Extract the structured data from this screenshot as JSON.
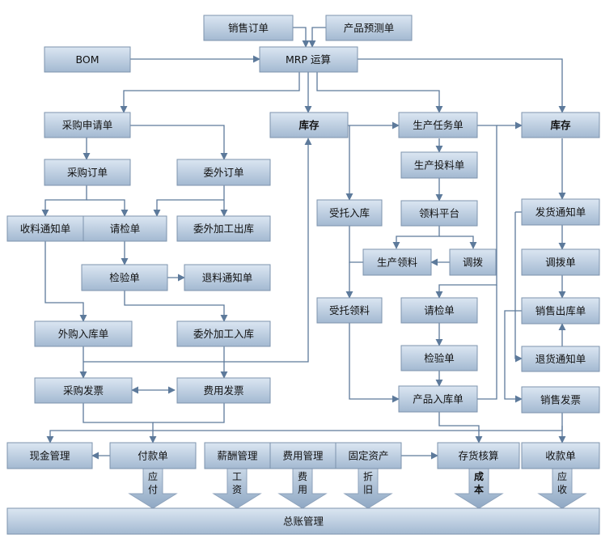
{
  "nodes": {
    "sales_order": "销售订单",
    "forecast": "产品预测单",
    "bom": "BOM",
    "mrp": "MRP 运算",
    "purchase_request": "采购申请单",
    "stock_mid": "库存",
    "production_task": "生产任务单",
    "stock_right": "库存",
    "purchase_order": "采购订单",
    "outsource_order": "委外订单",
    "production_feed": "生产投料单",
    "receipt_notice": "收料通知单",
    "inspect_request": "请检单",
    "outsource_out": "委外加工出库",
    "consign_in": "受托入库",
    "pick_platform": "领料平台",
    "ship_notice": "发货通知单",
    "inspection": "检验单",
    "return_notice": "退料通知单",
    "production_pick": "生产领料",
    "transfer_mid": "调拨",
    "transfer_right": "调拨单",
    "purchase_in": "外购入库单",
    "outsource_in": "委外加工入库",
    "consign_pick": "受托领料",
    "inspect_request2": "请检单",
    "sales_out": "销售出库单",
    "inspection2": "检验单",
    "sales_return_notice": "退货通知单",
    "purchase_invoice": "采购发票",
    "expense_invoice": "费用发票",
    "product_in": "产品入库单",
    "sales_invoice": "销售发票",
    "cash": "现金管理",
    "payment": "付款单",
    "salary": "薪酬管理",
    "expense_mgmt": "费用管理",
    "fixed_assets": "固定资产",
    "inventory_accounting": "存货核算",
    "receipt": "收款单",
    "general_ledger": "总账管理"
  },
  "flows": {
    "payable": [
      "应",
      "付"
    ],
    "wages": [
      "工",
      "资"
    ],
    "expense": [
      "费",
      "用"
    ],
    "depreciation": [
      "折",
      "旧"
    ],
    "cost": [
      "成",
      "本"
    ],
    "receivable": [
      "应",
      "收"
    ]
  },
  "colors": {
    "box_top": "#dbe6f2",
    "box_bottom": "#9fb6cf",
    "box_border": "#7d93ad",
    "connector": "#5d7a9b"
  }
}
